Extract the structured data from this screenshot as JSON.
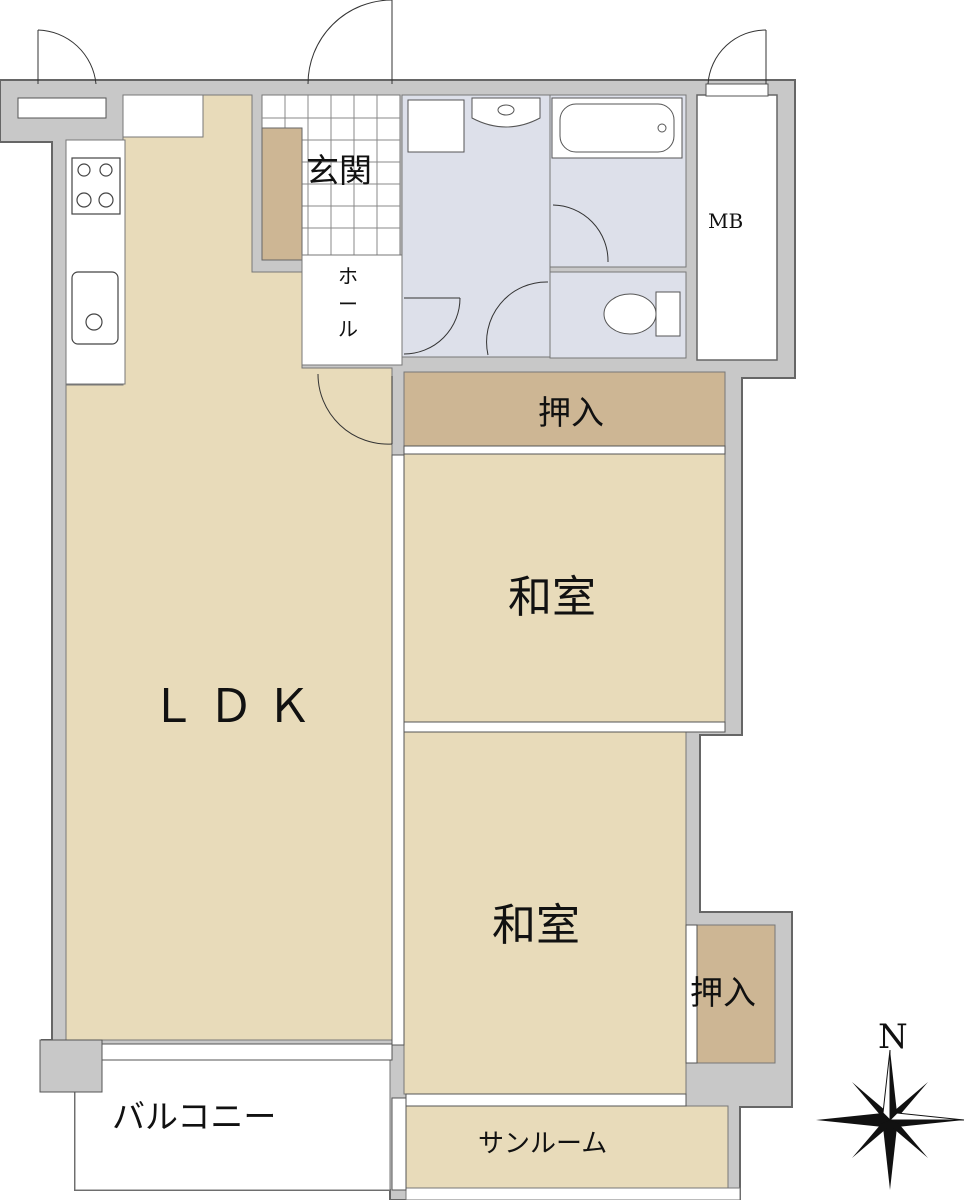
{
  "floorplan": {
    "rooms": {
      "ldk": "ＬＤＫ",
      "washitsu_upper": "和室",
      "washitsu_lower": "和室",
      "oshiire_upper": "押入",
      "oshiire_lower": "押入",
      "genkan": "玄関",
      "hall": [
        "ホ",
        "ー",
        "ル"
      ],
      "mb": "MB",
      "balcony": "バルコニー",
      "sunroom": "サンルーム"
    },
    "compass": {
      "north": "N"
    },
    "colors": {
      "living": "#e8dbba",
      "closet": "#cdb694",
      "wet_area": "#dde0ea",
      "wall": "#c8c8c8",
      "outline": "#666666"
    }
  }
}
